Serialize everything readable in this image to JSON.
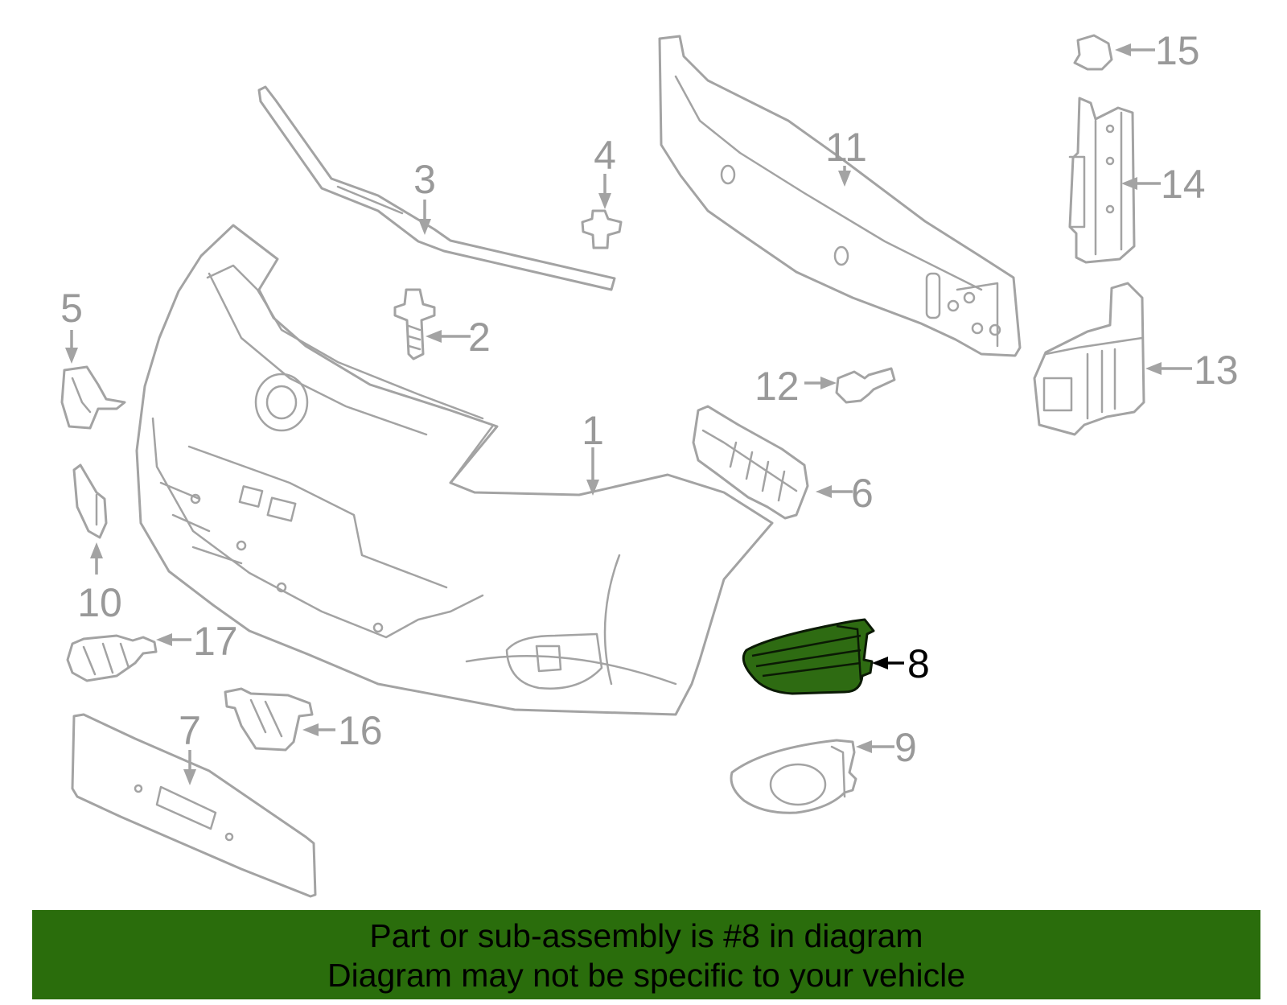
{
  "banner": {
    "line1": "Part or sub-assembly is #8 in diagram",
    "line2": "Diagram may not be specific to your vehicle",
    "color": "#2a6d0c"
  },
  "highlight_color": "#2e6b12",
  "highlighted_part": "8",
  "callouts": {
    "c1": "1",
    "c2": "2",
    "c3": "3",
    "c4": "4",
    "c5": "5",
    "c6": "6",
    "c7": "7",
    "c8": "8",
    "c9": "9",
    "c10": "10",
    "c11": "11",
    "c12": "12",
    "c13": "13",
    "c14": "14",
    "c15": "15",
    "c16": "16",
    "c17": "17"
  }
}
